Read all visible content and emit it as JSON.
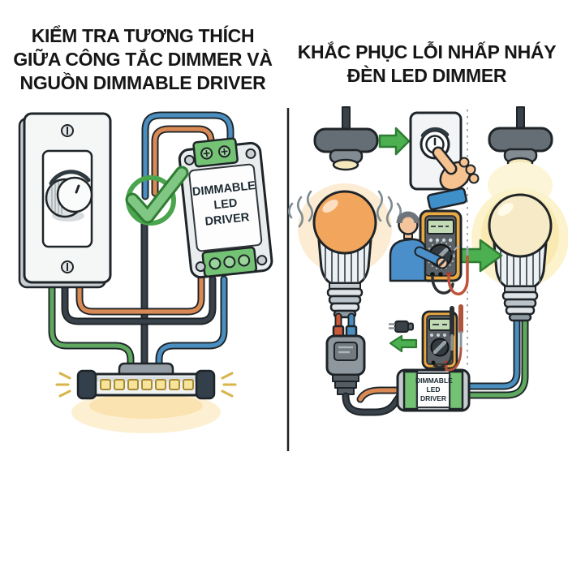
{
  "titles": {
    "left": "KIỂM TRA TƯƠNG THÍCH\nGIỮA CÔNG TẮC DIMMER VÀ\nNGUỒN DIMMABLE DRIVER",
    "right": "KHẮC PHỤC LỖI NHẤP NHÁY\nĐÈN LED DIMMER"
  },
  "left_panel": {
    "driver_label": "DIMMABLE\nLED\nDRIVER",
    "icons": [
      "dimmer-switch-icon",
      "check-icon",
      "dimmable-led-driver-icon",
      "led-strip-icon",
      "wire-icons"
    ]
  },
  "right_panel": {
    "driver_label": "DIMMABLE\nLED\nDRIVER",
    "icons": [
      "ceiling-mount-icon",
      "arrow-right-icon",
      "wall-switch-press-icon",
      "hand-press-icon",
      "flickering-bulb-icon",
      "technician-multimeter-icon",
      "multimeter-icon",
      "plug-icon",
      "arrow-left-icon",
      "good-bulb-icon",
      "dimmable-led-driver-icon"
    ]
  },
  "colors": {
    "background": "#ffffff",
    "outline": "#1e2428",
    "accent_green": "#4caf50",
    "accent_green_dark": "#2e7d32",
    "check_green_fill": "#81c784",
    "terminal_green": "#74c274",
    "wire_orange": "#d98a54",
    "wire_blue": "#4a8fc0",
    "wire_green": "#5fa85f",
    "wire_dark": "#39424a",
    "bulb_flicker_orange": "#f2a55c",
    "bulb_warm_cream": "#f6ebc6",
    "glow_yellow": "#faeab2",
    "led_yellow": "#f7e49b",
    "multimeter_orange": "#e8a845",
    "multimeter_screen": "#c2dbb4",
    "shirt_blue": "#4b8fca",
    "skin": "#f4c59c",
    "cuff_blue": "#3f8fc9"
  }
}
